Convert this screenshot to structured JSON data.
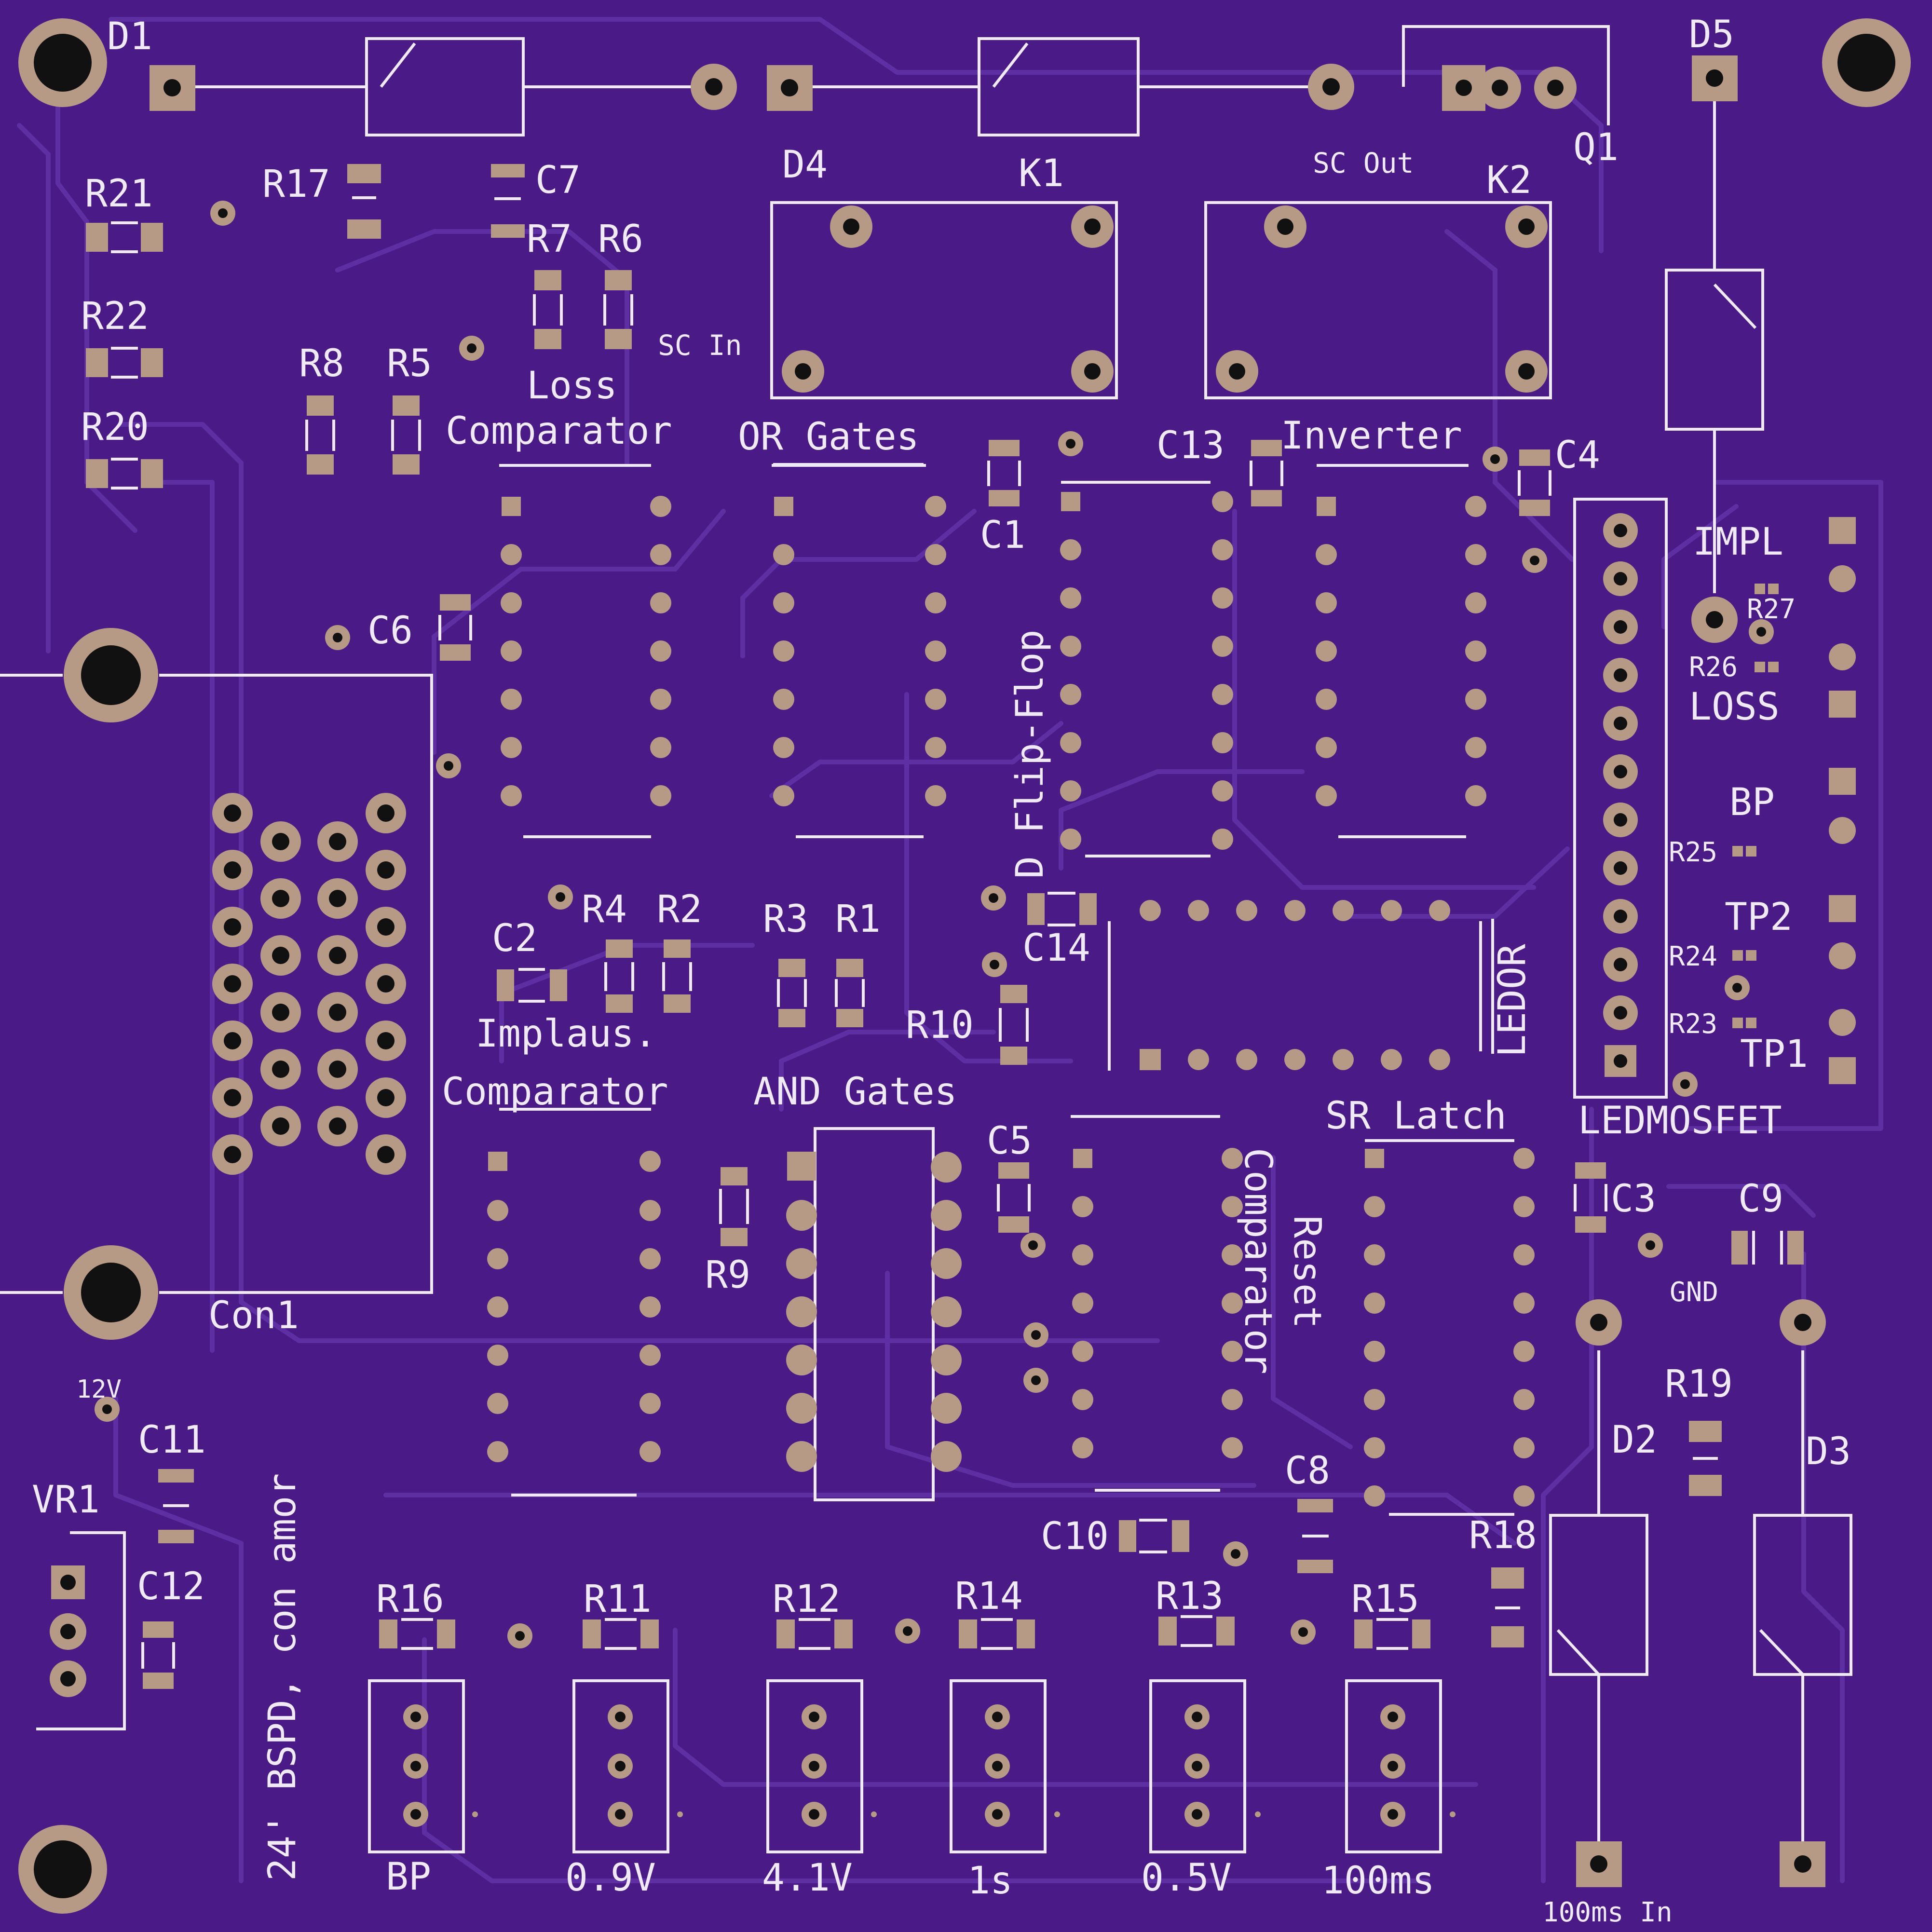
{
  "colors": {
    "board": "#4a1a86",
    "trace": "#5e2fa3",
    "silkscreen": "#f0eaf8",
    "copper_pad": "#b69a86",
    "drill": "#111111"
  },
  "refs": {
    "d1": "D1",
    "d4": "D4",
    "k1": "K1",
    "k2": "K2",
    "q1": "Q1",
    "d5": "D5",
    "r17": "R17",
    "c7": "C7",
    "r21": "R21",
    "r7": "R7",
    "r6": "R6",
    "r22": "R22",
    "r8": "R8",
    "r5": "R5",
    "r20": "R20",
    "c1": "C1",
    "c13": "C13",
    "c4": "C4",
    "impl": "IMPL",
    "r27": "R27",
    "r26": "R26",
    "loss": "LOSS",
    "bp_conn": "BP",
    "r25": "R25",
    "tp2": "TP2",
    "r24": "R24",
    "r23": "R23",
    "tp1": "TP1",
    "c6": "C6",
    "c2": "C2",
    "r4": "R4",
    "r2": "R2",
    "r3": "R3",
    "r1": "R1",
    "c14": "C14",
    "r10": "R10",
    "ledor": "LEDOR",
    "ledmosfet": "LEDMOSFET",
    "c5": "C5",
    "r9": "R9",
    "c3": "C3",
    "c9": "C9",
    "r19": "R19",
    "d2": "D2",
    "d3": "D3",
    "con1": "Con1",
    "vr1": "VR1",
    "c11": "C11",
    "c12": "C12",
    "c8": "C8",
    "c10": "C10",
    "r18": "R18",
    "r16": "R16",
    "r11": "R11",
    "r12": "R12",
    "r14": "R14",
    "r13": "R13",
    "r15": "R15"
  },
  "labels": {
    "sc_out": "SC Out",
    "sc_in": "SC In",
    "loss_comparator_1": "Loss",
    "loss_comparator_2": "Comparator",
    "or_gates": "OR Gates",
    "inverter": "Inverter",
    "d_flip_flop": "D Flip-Flop",
    "implaus_1": "Implaus.",
    "implaus_2": "Comparator",
    "and_gates": "AND Gates",
    "sr_latch": "SR Latch",
    "reset_1": "Reset",
    "reset_2": "Comparator",
    "gnd": "GND",
    "v12": "12V",
    "board_title": "24' BSPD, con amor",
    "pot_bp": "BP",
    "pot_09v": "0.9V",
    "pot_41v": "4.1V",
    "pot_1s": "1s",
    "pot_05v": "0.5V",
    "pot_100ms": "100ms",
    "in_100ms": "100ms In"
  }
}
